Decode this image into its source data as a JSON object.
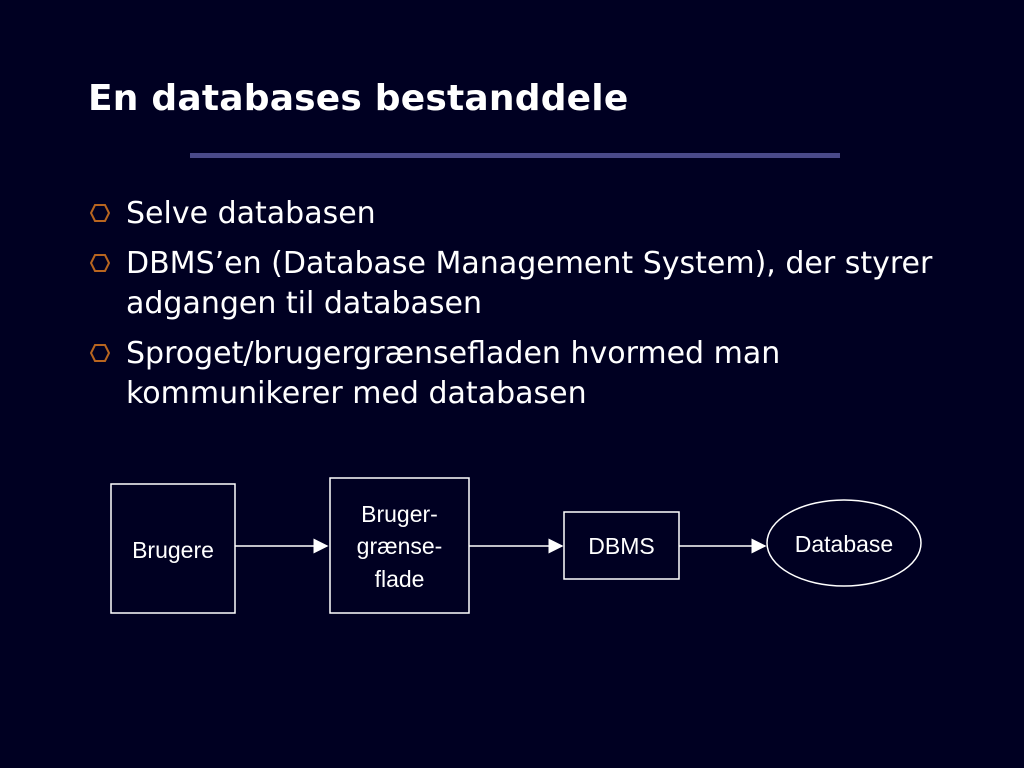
{
  "slide": {
    "title": "En databases bestanddele",
    "accent_color": "#4a4a8a",
    "bullet_color": "#b8651f",
    "bullets": [
      "Selve databasen",
      "DBMS’en (Database Management System), der styrer adgangen til databasen",
      "Sproget/brugergrænsefladen hvormed man kommunikerer med databasen"
    ]
  },
  "diagram": {
    "nodes": {
      "users": "Brugere",
      "ui_line1": "Bruger-",
      "ui_line2": "grænse-",
      "ui_line3": "flade",
      "dbms": "DBMS",
      "database": "Database"
    }
  }
}
